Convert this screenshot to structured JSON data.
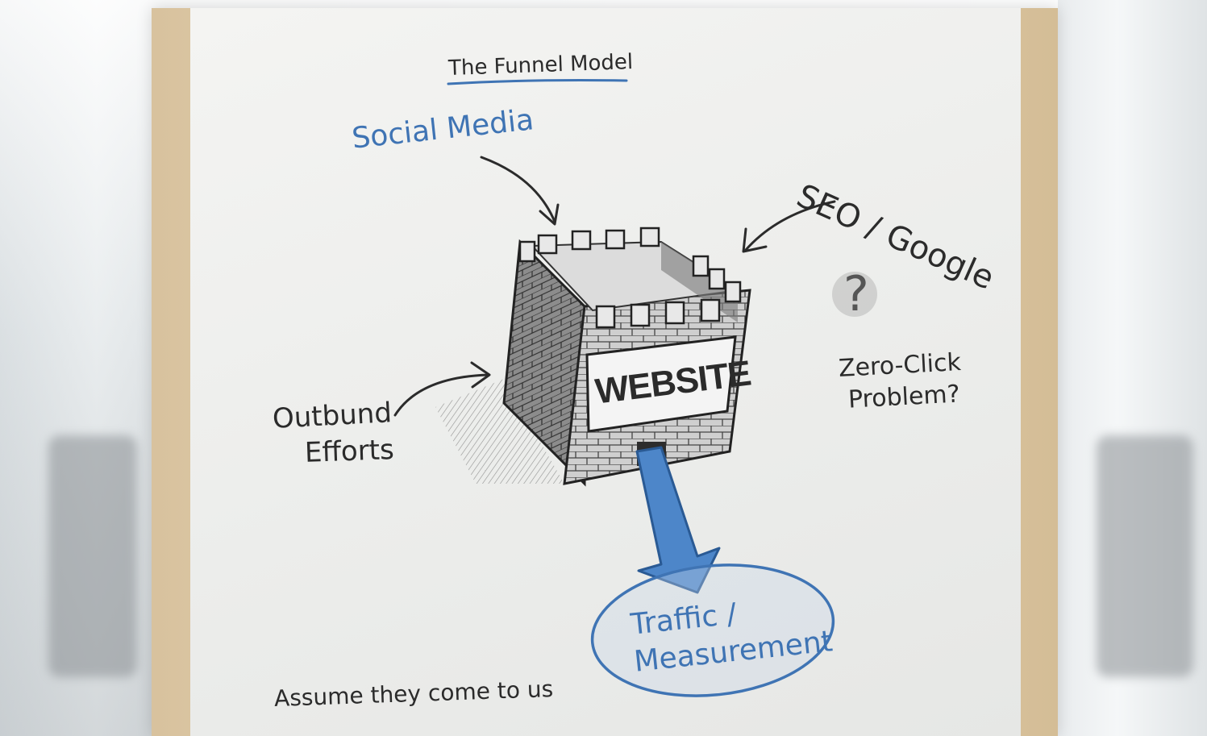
{
  "title": "The Funnel Model",
  "inputs": {
    "social_media": "Social Media",
    "seo": "SEO / Google",
    "outbound_line1": "Outbund",
    "outbound_line2": "Efforts"
  },
  "center": {
    "label": "WEBSITE"
  },
  "side_note": {
    "line1": "Zero-Click",
    "line2": "Problem?"
  },
  "output": {
    "line1": "Traffic /",
    "line2": "Measurement"
  },
  "footer": "Assume they come to us",
  "colors": {
    "accent_blue": "#3f74b4",
    "ink": "#2b2b2b",
    "frame_wood": "#e0cba8"
  }
}
